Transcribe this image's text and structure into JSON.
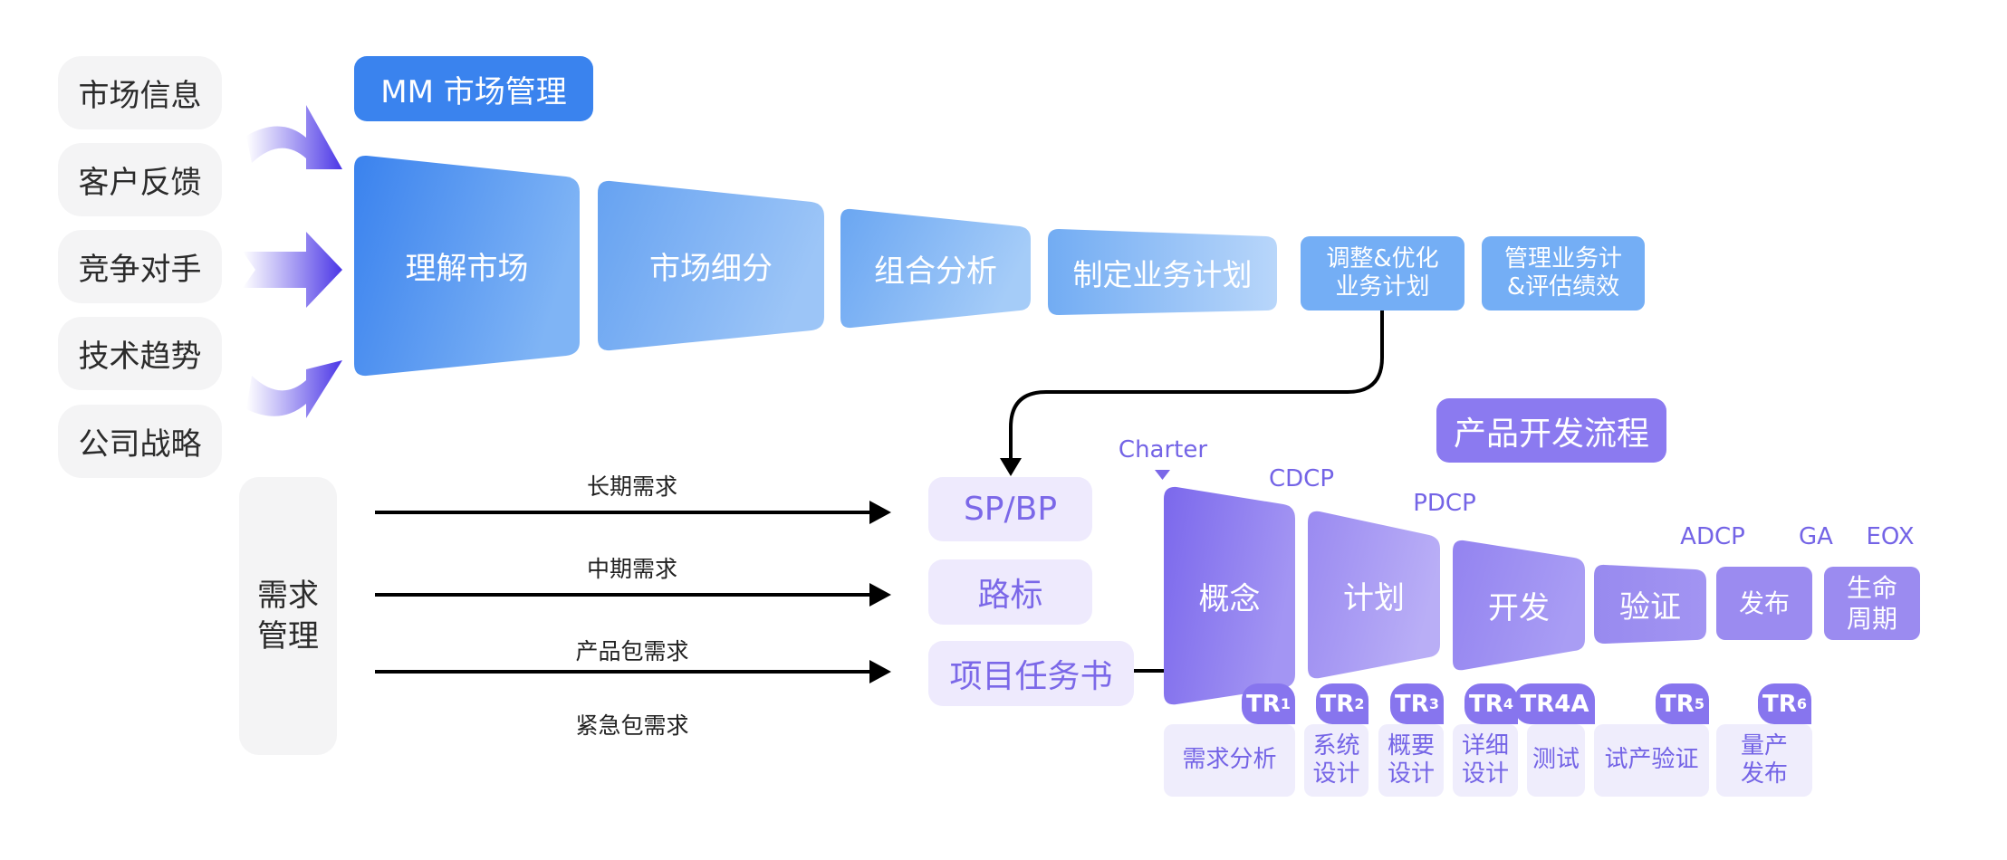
{
  "inputs": [
    "市场信息",
    "客户反馈",
    "竞争对手",
    "技术趋势",
    "公司战略"
  ],
  "market_management": {
    "title": "MM 市场管理",
    "stages": [
      "理解市场",
      "市场细分",
      "组合分析",
      "制定业务计划"
    ],
    "boxes": [
      "调整&优化\n业务计划",
      "管理业务计\n&评估绩效"
    ]
  },
  "demand_management": {
    "title": "需求\n管理",
    "flows": [
      "长期需求",
      "中期需求",
      "产品包需求",
      "紧急包需求"
    ],
    "outputs": [
      "SP/BP",
      "路标",
      "项目任务书"
    ]
  },
  "product_development": {
    "title": "产品开发流程",
    "charter": "Charter",
    "gates": [
      "CDCP",
      "PDCP",
      "ADCP",
      "GA",
      "EOX"
    ],
    "stages": [
      "概念",
      "计划",
      "开发",
      "验证"
    ],
    "boxes": [
      "发布",
      "生命\n周期"
    ],
    "tech_reviews": [
      {
        "base": "TR",
        "sub": "1"
      },
      {
        "base": "TR",
        "sub": "2"
      },
      {
        "base": "TR",
        "sub": "3"
      },
      {
        "base": "TR",
        "sub": "4"
      },
      {
        "base": "TR4A",
        "sub": ""
      },
      {
        "base": "TR",
        "sub": "5"
      },
      {
        "base": "TR",
        "sub": "6"
      }
    ],
    "activities": [
      "需求分析",
      "系统\n设计",
      "概要\n设计",
      "详细\n设计",
      "测试",
      "试产验证",
      "量产\n发布"
    ]
  },
  "colors": {
    "mm_blue": "#3a83ee",
    "mm_light_blue": "#74aef5",
    "pd_purple": "#8b7af0",
    "pd_text": "#7464e6",
    "arrow_purple": "#4a35e6"
  }
}
